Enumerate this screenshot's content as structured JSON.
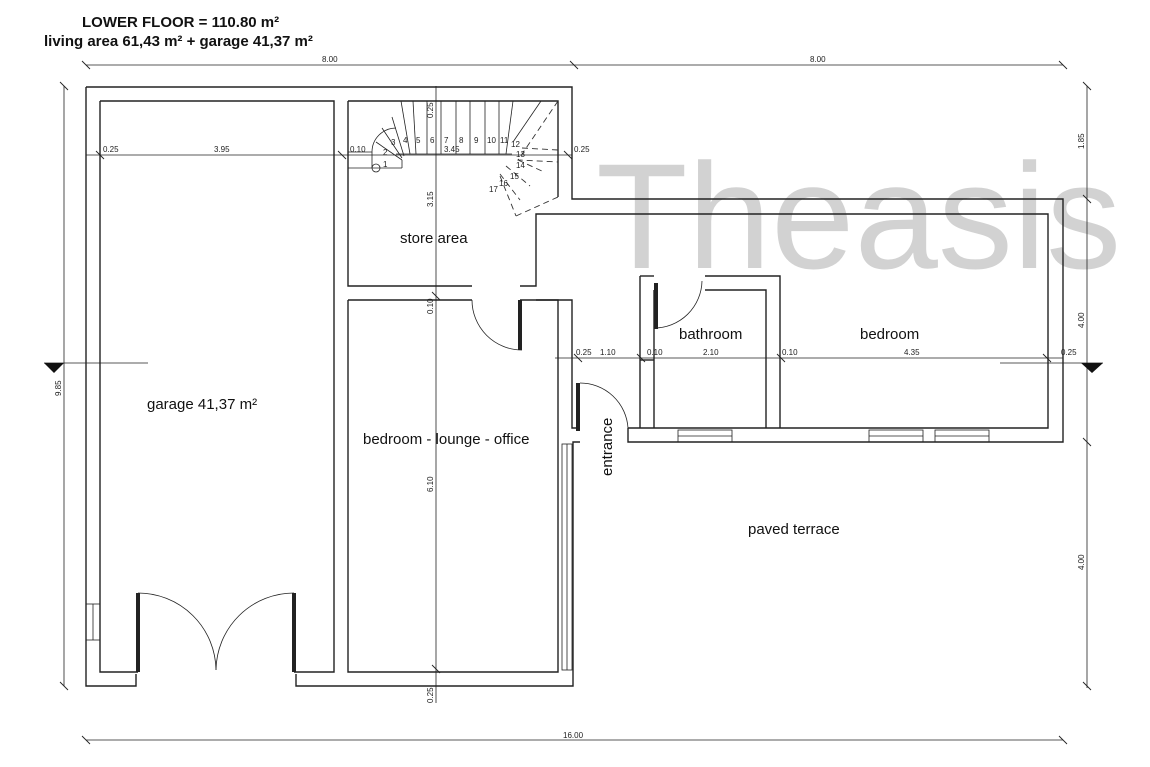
{
  "header": {
    "line1": "LOWER FLOOR = 110.80 m²",
    "line2": "living area 61,43 m² + garage 41,37 m²"
  },
  "watermark": "Theasis",
  "rooms": {
    "store_area": "store area",
    "garage": "garage 41,37 m²",
    "bedroom_lounge_office": "bedroom - lounge - office",
    "bathroom": "bathroom",
    "bedroom": "bedroom",
    "entrance": "entrance",
    "paved_terrace": "paved terrace"
  },
  "dimensions": {
    "top_left": "8.00",
    "top_right": "8.00",
    "bottom_total": "16.00",
    "left_height": "9.85",
    "right_top": "1.85",
    "right_mid": "4.00",
    "right_bottom": "4.00",
    "wall_left": "0.25",
    "garage_width": "3.95",
    "wall_mid": "0.10",
    "stair_width": "3.45",
    "wall_stair_right": "0.25",
    "store_height": "3.15",
    "stair_top": "0.25",
    "store_wall": "0.10",
    "lounge_height": "6.10",
    "bottom_wall": "0.25",
    "entrance_wall": "0.25",
    "entrance_width": "1.10",
    "bath_wall_left": "0.10",
    "bath_width": "2.10",
    "bath_wall_right": "0.10",
    "bedroom_width": "4.35",
    "bedroom_wall_right": "0.25"
  },
  "stair_steps": [
    "1",
    "2",
    "3",
    "4",
    "5",
    "6",
    "7",
    "8",
    "9",
    "10",
    "11",
    "12",
    "13",
    "14",
    "15",
    "16",
    "17"
  ],
  "colors": {
    "walls": "#222222",
    "watermark": "#d2d2d2"
  }
}
